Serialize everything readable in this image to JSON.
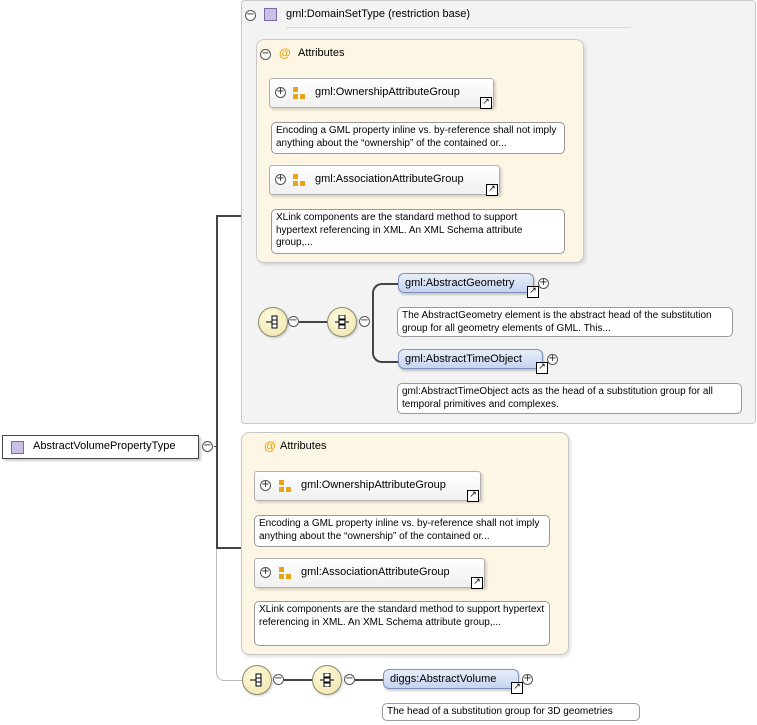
{
  "root": {
    "label": "AbstractVolumePropertyType",
    "toggle": "−"
  },
  "domain_set": {
    "label": "gml:DomainSetType (restriction base)",
    "toggle": "−",
    "attributes": {
      "label": "Attributes",
      "icon": "@",
      "toggle": "−",
      "groups": [
        {
          "label": "gml:OwnershipAttributeGroup",
          "toggle": "+",
          "note": "Encoding a GML property inline vs. by-reference shall not imply anything about the “ownership” of the contained or..."
        },
        {
          "label": "gml:AssociationAttributeGroup",
          "toggle": "+",
          "note": "XLink components are the standard method to support hypertext referencing in XML. An XML Schema attribute group,..."
        }
      ]
    },
    "choice": {
      "toggle": "−",
      "sequence_toggle": "−",
      "elements": [
        {
          "label": "gml:AbstractGeometry",
          "toggle": "+",
          "note": "The AbstractGeometry element is the abstract head of the substitution group for all geometry elements of GML. This..."
        },
        {
          "label": "gml:AbstractTimeObject",
          "toggle": "+",
          "note": "gml:AbstractTimeObject acts as the head of a substitution group for all temporal primitives and complexes."
        }
      ]
    }
  },
  "attributes": {
    "label": "Attributes",
    "icon": "@",
    "groups": [
      {
        "label": "gml:OwnershipAttributeGroup",
        "toggle": "+",
        "note": "Encoding a GML property inline vs. by-reference shall not imply anything about the “ownership” of the contained or..."
      },
      {
        "label": "gml:AssociationAttributeGroup",
        "toggle": "+",
        "note": "XLink components are the standard method to support hypertext referencing in XML. An XML Schema attribute group,..."
      }
    ]
  },
  "bottom_choice": {
    "toggle": "−",
    "sequence_toggle": "−",
    "element": {
      "label": "diggs:AbstractVolume",
      "toggle": "+",
      "note": "The head of a substitution group for 3D geometries"
    }
  },
  "colors": {
    "attribute_panel": "#fdf6e5",
    "element_box": "#c4d4ef",
    "group_icon": "#e8a317",
    "type_icon": "#cbbfe6",
    "compositor": "#eee3a8"
  },
  "icons": {
    "attribute": "at-sign-icon",
    "group": "attribute-group-icon",
    "link": "external-link-arrow-icon",
    "compositor": "choice-compositor-icon",
    "sequence": "sequence-compositor-icon",
    "type": "complex-type-icon"
  }
}
